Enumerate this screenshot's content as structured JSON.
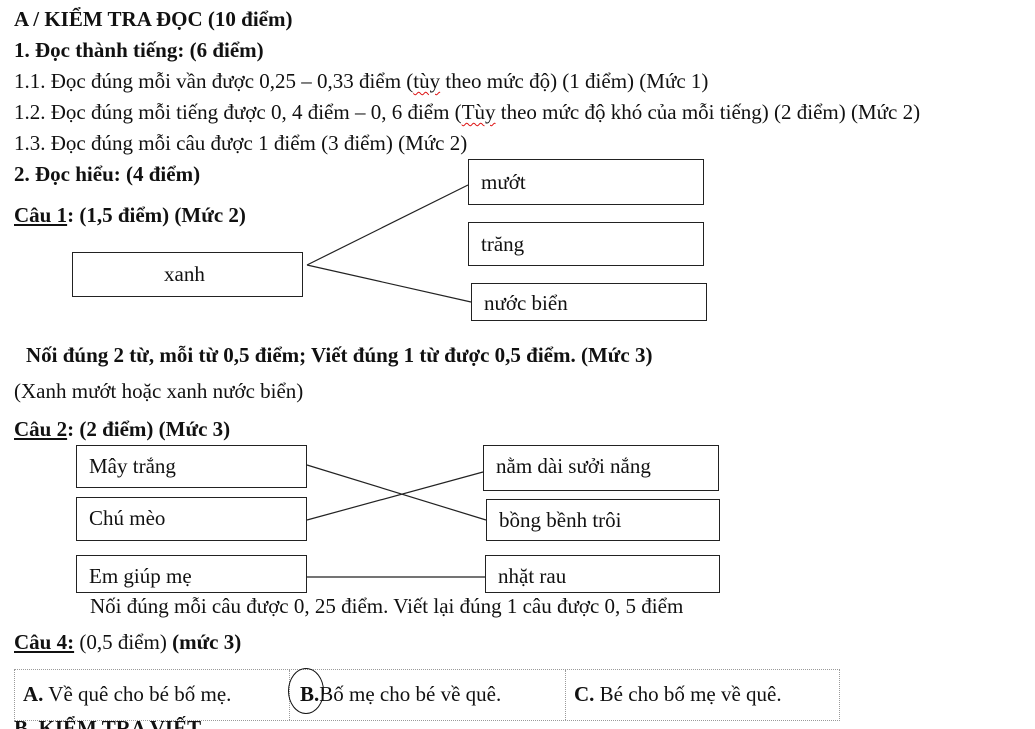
{
  "heading": "A / KIỂM TRA ĐỌC (10 điểm)",
  "section1": {
    "title": "1.  Đọc thành tiếng: (6 điểm)",
    "line1_pre": "1.1. Đọc đúng mỗi vần được 0,25 – 0,33 điểm (",
    "line1_tuy": "tùy",
    "line1_post": " theo mức độ) (1 điểm) (Mức 1)",
    "line2_pre": "1.2. Đọc đúng mỗi tiếng được 0, 4 điểm – 0, 6 điểm (",
    "line2_tuy": "Tùy",
    "line2_post": " theo mức độ khó của mỗi tiếng) (2 điểm) (Mức 2)",
    "line3": "1.3. Đọc đúng mỗi câu được 1 điểm (3 điểm) (Mức 2)"
  },
  "section2": {
    "title": "2. Đọc hiểu: (4 điểm)"
  },
  "q1": {
    "label": "Câu 1",
    "points": ": (1,5 điểm) (Mức 2)",
    "left_word": "xanh",
    "right_words": [
      "mướt",
      "trăng",
      "nước biển"
    ],
    "scoring": "Nối đúng 2 từ, mỗi từ 0,5 điểm; Viết đúng 1 từ được 0,5 điểm. (Mức 3)",
    "answer": "(Xanh mướt  hoặc xanh nước biển)"
  },
  "q2": {
    "label": "Câu 2",
    "points": ":   (2 điểm) (Mức 3)",
    "left": [
      "Mây trắng",
      "Chú mèo",
      "Em giúp mẹ"
    ],
    "right": [
      "nằm dài sưởi nắng",
      "bồng bềnh trôi",
      "nhặt rau"
    ],
    "scoring": "Nối đúng mỗi câu được 0, 25 điểm. Viết lại đúng 1 câu được 0, 5 điểm"
  },
  "q4": {
    "label": "Câu 4:",
    "points_plain": " (0,5 điểm) ",
    "points_bold": "(mức 3)",
    "options": [
      {
        "letter": "A.",
        "text": " Về quê cho bé bố mẹ."
      },
      {
        "letter": "B.",
        "text": "Bố mẹ cho bé về quê."
      },
      {
        "letter": "C.",
        "text": " Bé cho bố mẹ về quê."
      }
    ]
  },
  "next_heading_partial": "B. KIỂM TRA VIẾT"
}
